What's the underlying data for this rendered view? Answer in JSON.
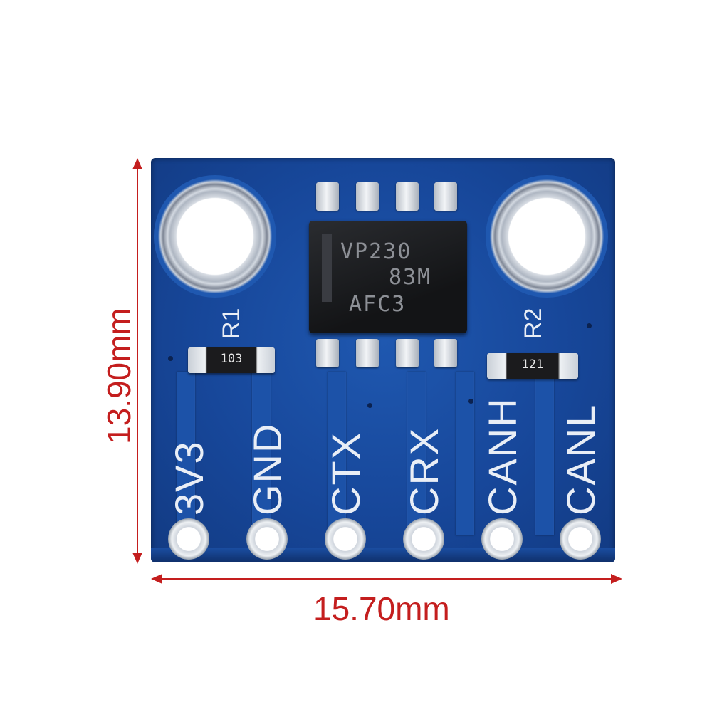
{
  "dimensions": {
    "height_label": "13.90mm",
    "width_label": "15.70mm",
    "color": "#c41e1e"
  },
  "chip": {
    "line1": "VP230",
    "line2": "83M",
    "line3": "AFC3"
  },
  "resistors": {
    "r1": {
      "designator": "R1",
      "code": "103"
    },
    "r2": {
      "designator": "R2",
      "code": "121"
    }
  },
  "pins": [
    {
      "label": "3V3"
    },
    {
      "label": "GND"
    },
    {
      "label": "CTX"
    },
    {
      "label": "CRX"
    },
    {
      "label": "CANH"
    },
    {
      "label": "CANL"
    }
  ],
  "colors": {
    "pcb_blue": "#17479a",
    "silkscreen": "#e9eef6",
    "chip_body": "#1a1b1e"
  }
}
